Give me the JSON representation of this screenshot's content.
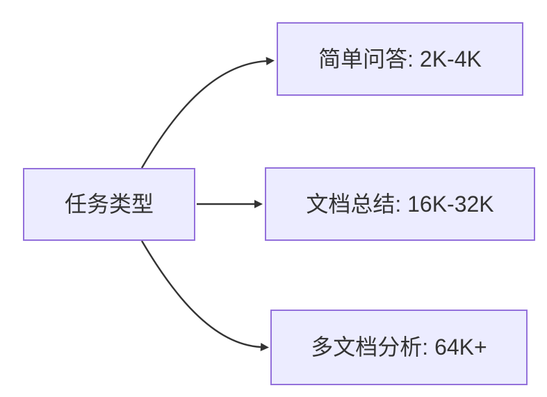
{
  "diagram": {
    "type": "flowchart",
    "direction": "left-to-right",
    "root": {
      "id": "task-type",
      "label": "任务类型"
    },
    "nodes": [
      {
        "id": "simple-qa",
        "label": "简单问答: 2K-4K"
      },
      {
        "id": "doc-summary",
        "label": "文档总结: 16K-32K"
      },
      {
        "id": "multi-doc-analysis",
        "label": "多文档分析: 64K+"
      }
    ],
    "edges": [
      {
        "from": "任务类型",
        "to": "简单问答: 2K-4K"
      },
      {
        "from": "任务类型",
        "to": "文档总结: 16K-32K"
      },
      {
        "from": "任务类型",
        "to": "多文档分析: 64K+"
      }
    ]
  },
  "colors": {
    "node_fill": "#ECECFF",
    "node_border": "#9370DB",
    "edge_stroke": "#333333",
    "text": "#333333",
    "background": "#FFFFFF"
  }
}
